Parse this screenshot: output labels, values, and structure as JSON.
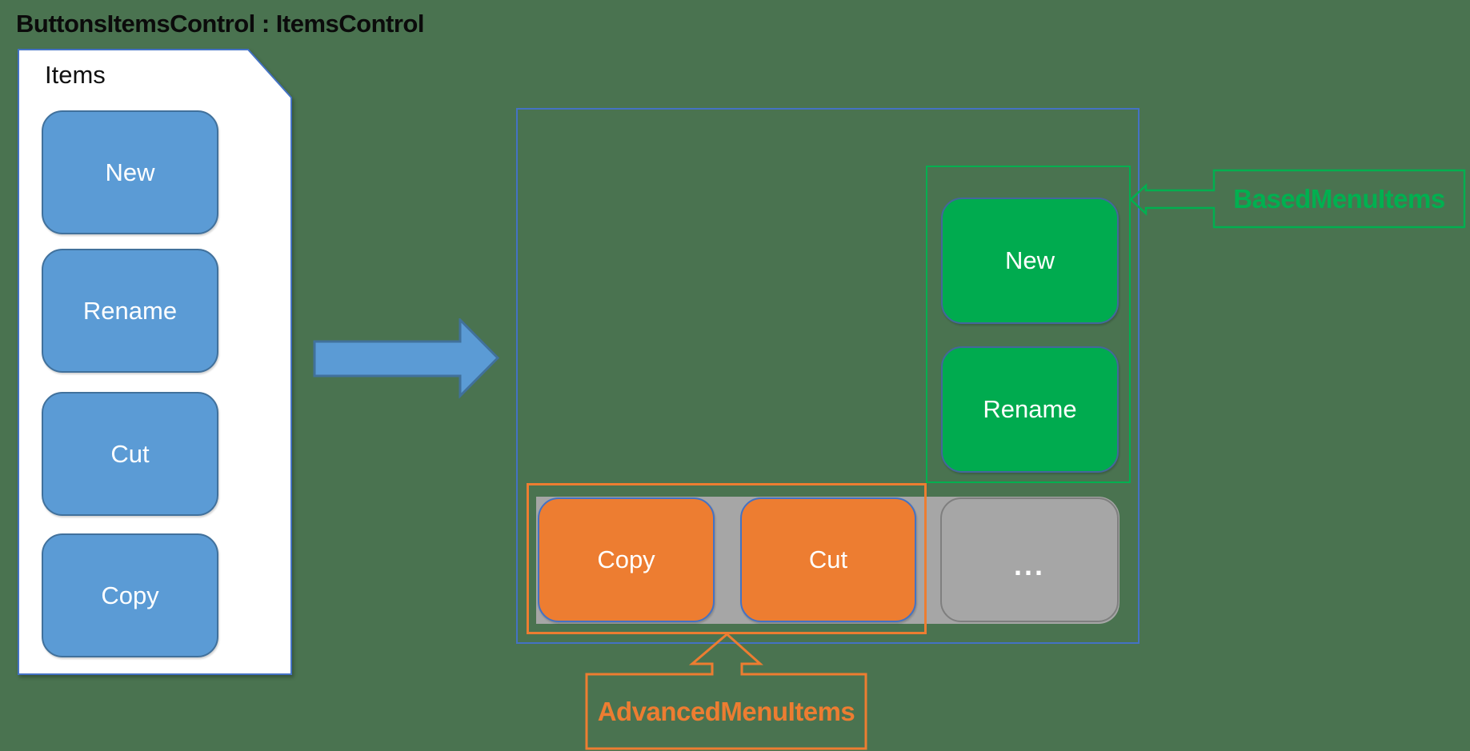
{
  "title": {
    "text": "ButtonsItemsControl : ItemsControl"
  },
  "items_panel": {
    "label": "Items",
    "buttons": [
      {
        "label": "New"
      },
      {
        "label": "Rename"
      },
      {
        "label": "Cut"
      },
      {
        "label": "Copy"
      }
    ]
  },
  "rendered_control": {
    "based_menu_items": {
      "callout_label": "BasedMenuItems",
      "buttons": [
        {
          "label": "New"
        },
        {
          "label": "Rename"
        }
      ]
    },
    "advanced_menu_items": {
      "callout_label": "AdvancedMenuItems",
      "buttons": [
        {
          "label": "Copy"
        },
        {
          "label": "Cut"
        }
      ]
    },
    "overflow_button": {
      "label": "..."
    }
  },
  "colors": {
    "background": "#4A7350",
    "blue_fill": "#5B9BD5",
    "blue_border": "#41719C",
    "accent_blue": "#4472C4",
    "green": "#00B050",
    "green_fill": "#00AB4F",
    "green_btn_border": "#44679B",
    "orange": "#ED7D31",
    "gray_fill": "#A6A6A6",
    "gray_border": "#7F7F7F"
  }
}
